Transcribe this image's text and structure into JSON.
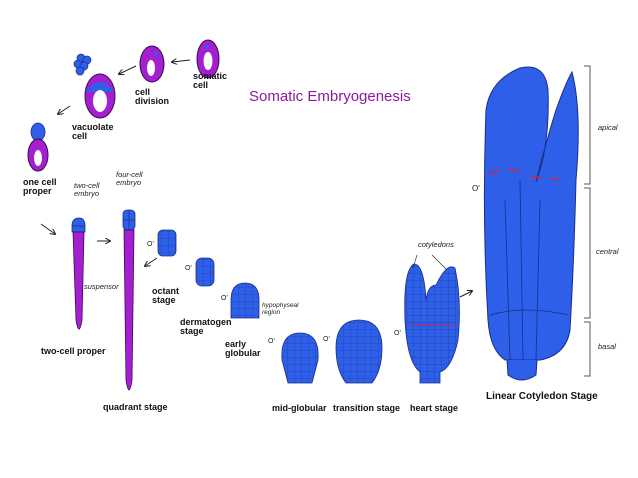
{
  "title": "Somatic Embryogenesis",
  "labels": {
    "somatic_cell": "somatic\ncell",
    "cell_division": "cell\ndivision",
    "vacuolate_cell": "vacuolate\ncell",
    "one_cell_proper": "one cell\nproper",
    "two_cell_embryo": "two-cell\nembryo",
    "four_cell_embryo": "four-cell\nembryo",
    "suspensor": "suspensor",
    "two_cell_proper": "two-cell proper",
    "quadrant_stage": "quadrant stage",
    "octant_stage": "octant\nstage",
    "dermatogen_stage": "dermatogen\nstage",
    "hypophyseal_region": "hypophyseal\nregion",
    "early_globular": "early\nglobular",
    "mid_globular": "mid-globular",
    "transition_stage": "transition stage",
    "heart_stage": "heart stage",
    "cotyledons": "cotyledons",
    "linear_cotyledon_stage": "Linear Cotyledon Stage",
    "apical": "apical",
    "central": "central",
    "basal": "basal",
    "o_marker": "O'"
  },
  "colors": {
    "purple": "#a31fd0",
    "blue": "#2d5fe8",
    "blue_light": "#4a7cf0",
    "title": "#8b1a9e",
    "red": "#e0202a"
  }
}
